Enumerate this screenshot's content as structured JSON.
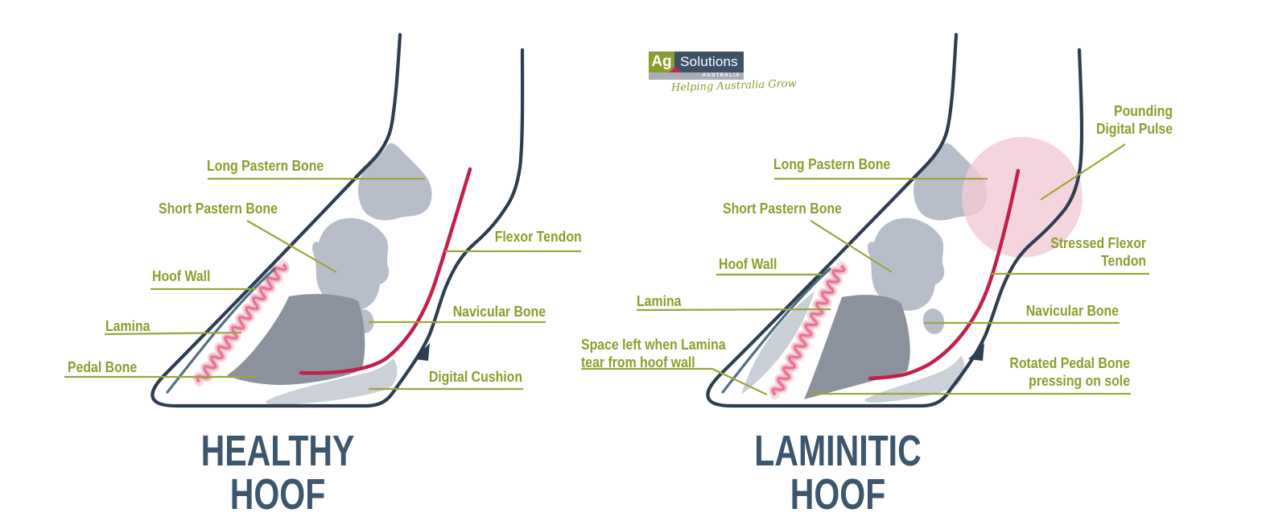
{
  "logo": {
    "brand_left": "Ag",
    "brand_right": "Solutions",
    "region": "AUSTRALIA",
    "tagline": "Helping Australia Grow"
  },
  "healthy": {
    "title": "HEALTHY HOOF",
    "labels": {
      "long_pastern_bone": "Long Pastern Bone",
      "short_pastern_bone": "Short Pastern Bone",
      "hoof_wall": "Hoof Wall",
      "lamina": "Lamina",
      "pedal_bone": "Pedal Bone",
      "flexor_tendon": "Flexor Tendon",
      "navicular_bone": "Navicular Bone",
      "digital_cushion": "Digital Cushion"
    }
  },
  "laminitic": {
    "title": "LAMINITIC HOOF",
    "labels": {
      "long_pastern_bone": "Long Pastern Bone",
      "short_pastern_bone": "Short Pastern Bone",
      "hoof_wall": "Hoof Wall",
      "lamina": "Lamina",
      "space_line1": "Space left when Lamina",
      "space_line2": "tear from hoof wall",
      "pounding_line1": "Pounding",
      "pounding_line2": "Digital Pulse",
      "stressed_line1": "Stressed Flexor",
      "stressed_line2": "Tendon",
      "navicular_bone": "Navicular Bone",
      "rotated_line1": "Rotated Pedal Bone",
      "rotated_line2": "pressing on sole"
    }
  },
  "colors": {
    "label_green": "#8e9c2b",
    "leader_green": "#9aa53b",
    "title_slate": "#3d566e",
    "outline_navy": "#2e3e50",
    "bone_gray": "#b7bec9",
    "pedal_gray": "#8b929d",
    "cushion_gray": "#ccd1d7",
    "space_gray": "#c9cfd7",
    "wall_blue": "#4f6e85",
    "tendon_red": "#c41f4b",
    "lamina_pink": "#e4708f",
    "lamina_halo": "#f4bcc9",
    "pulse_pink": "#f3cbd5",
    "logo_olive": "#8a9b30",
    "logo_slate": "#3e5266",
    "logo_gray": "#a9aeb5",
    "logo_red": "#c22653"
  }
}
